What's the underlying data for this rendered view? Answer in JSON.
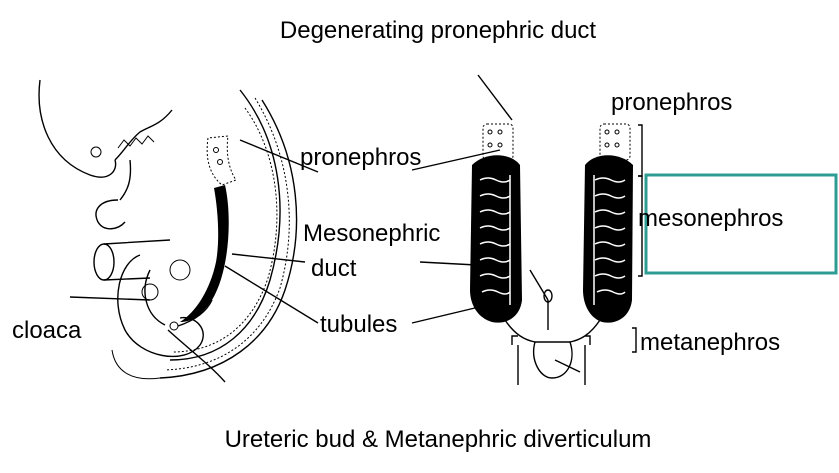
{
  "labels": {
    "top_title": "Degenerating pronephric duct",
    "bottom_title": "Ureteric bud & Metanephric diverticulum",
    "left_pronephros": "pronephros",
    "mesonephric_line1": "Mesonephric",
    "mesonephric_line2": "duct",
    "tubules": "tubules",
    "cloaca": "cloaca",
    "right_pronephros": "pronephros",
    "mesonephros": "mesonephros",
    "metanephros": "metanephros"
  },
  "colors": {
    "highlight_box": "#2f9c94",
    "ink": "#000000"
  }
}
